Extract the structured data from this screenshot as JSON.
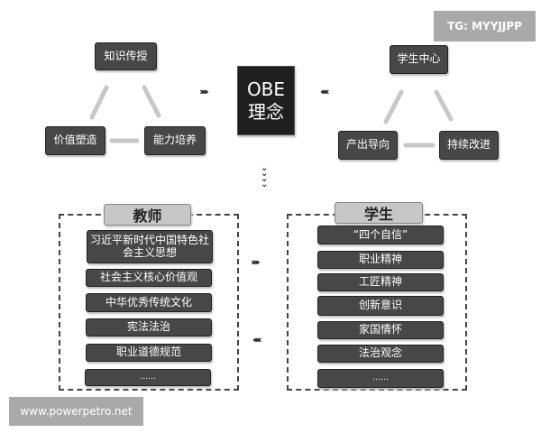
{
  "watermarks": {
    "top": "TG: MYYJJPP",
    "bottom": "www.powerpetro.net"
  },
  "center": {
    "line1": "OBE",
    "line2": "理念"
  },
  "left_cycle": [
    "知识传授",
    "价值塑造",
    "能力培养"
  ],
  "right_cycle": [
    "学生中心",
    "产出导向",
    "持续改进"
  ],
  "arrows": {
    "right": "›››››",
    "left": "‹‹‹‹‹",
    "down": "⌄⌄⌄⌄"
  },
  "teacher": {
    "label": "教师",
    "items": [
      "习近平新时代中国特色社会主义思想",
      "社会主义核心价值观",
      "中华优秀传统文化",
      "宪法法治",
      "职业道德规范",
      "……"
    ]
  },
  "student": {
    "label": "学生",
    "items": [
      "“四个自信”",
      "职业精神",
      "工匠精神",
      "创新意识",
      "家国情怀",
      "法治观念",
      "……"
    ]
  }
}
